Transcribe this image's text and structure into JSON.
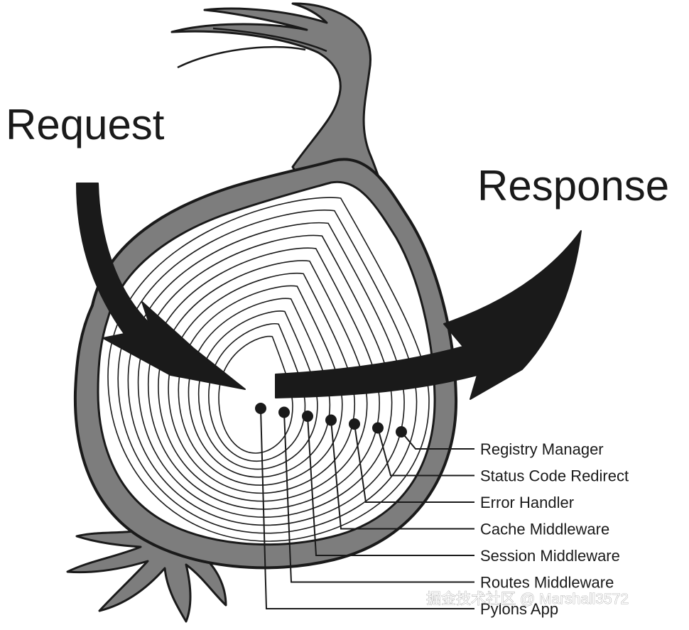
{
  "diagram": {
    "request_label": "Request",
    "response_label": "Response",
    "layers": [
      "Registry Manager",
      "Status Code Redirect",
      "Error Handler",
      "Cache Middleware",
      "Session Middleware",
      "Routes Middleware",
      "Pylons App"
    ]
  },
  "watermark": "掘金技术社区 @ Marshall3572",
  "colors": {
    "ink": "#1a1a1a",
    "skin": "#7d7d7d",
    "flesh": "#ffffff"
  }
}
